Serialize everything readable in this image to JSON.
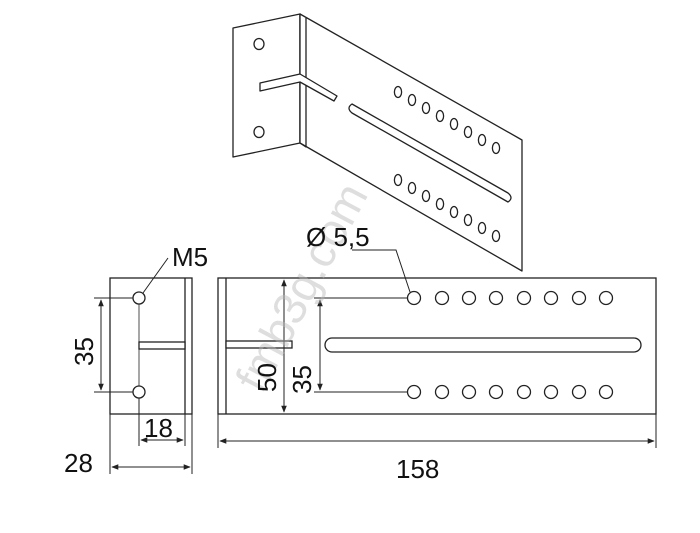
{
  "labels": {
    "thread": "M5",
    "hole_diameter": "Ø 5,5",
    "side_hole_spacing": "35",
    "side_offset": "18",
    "side_depth": "28",
    "plate_height": "50",
    "front_hole_spacing": "35",
    "plate_length": "158"
  },
  "watermark": {
    "text": "fmb3g.com"
  },
  "colors": {
    "line": "#222222",
    "plate_fill": "#ffffff",
    "watermark": "#b8b8b8"
  }
}
